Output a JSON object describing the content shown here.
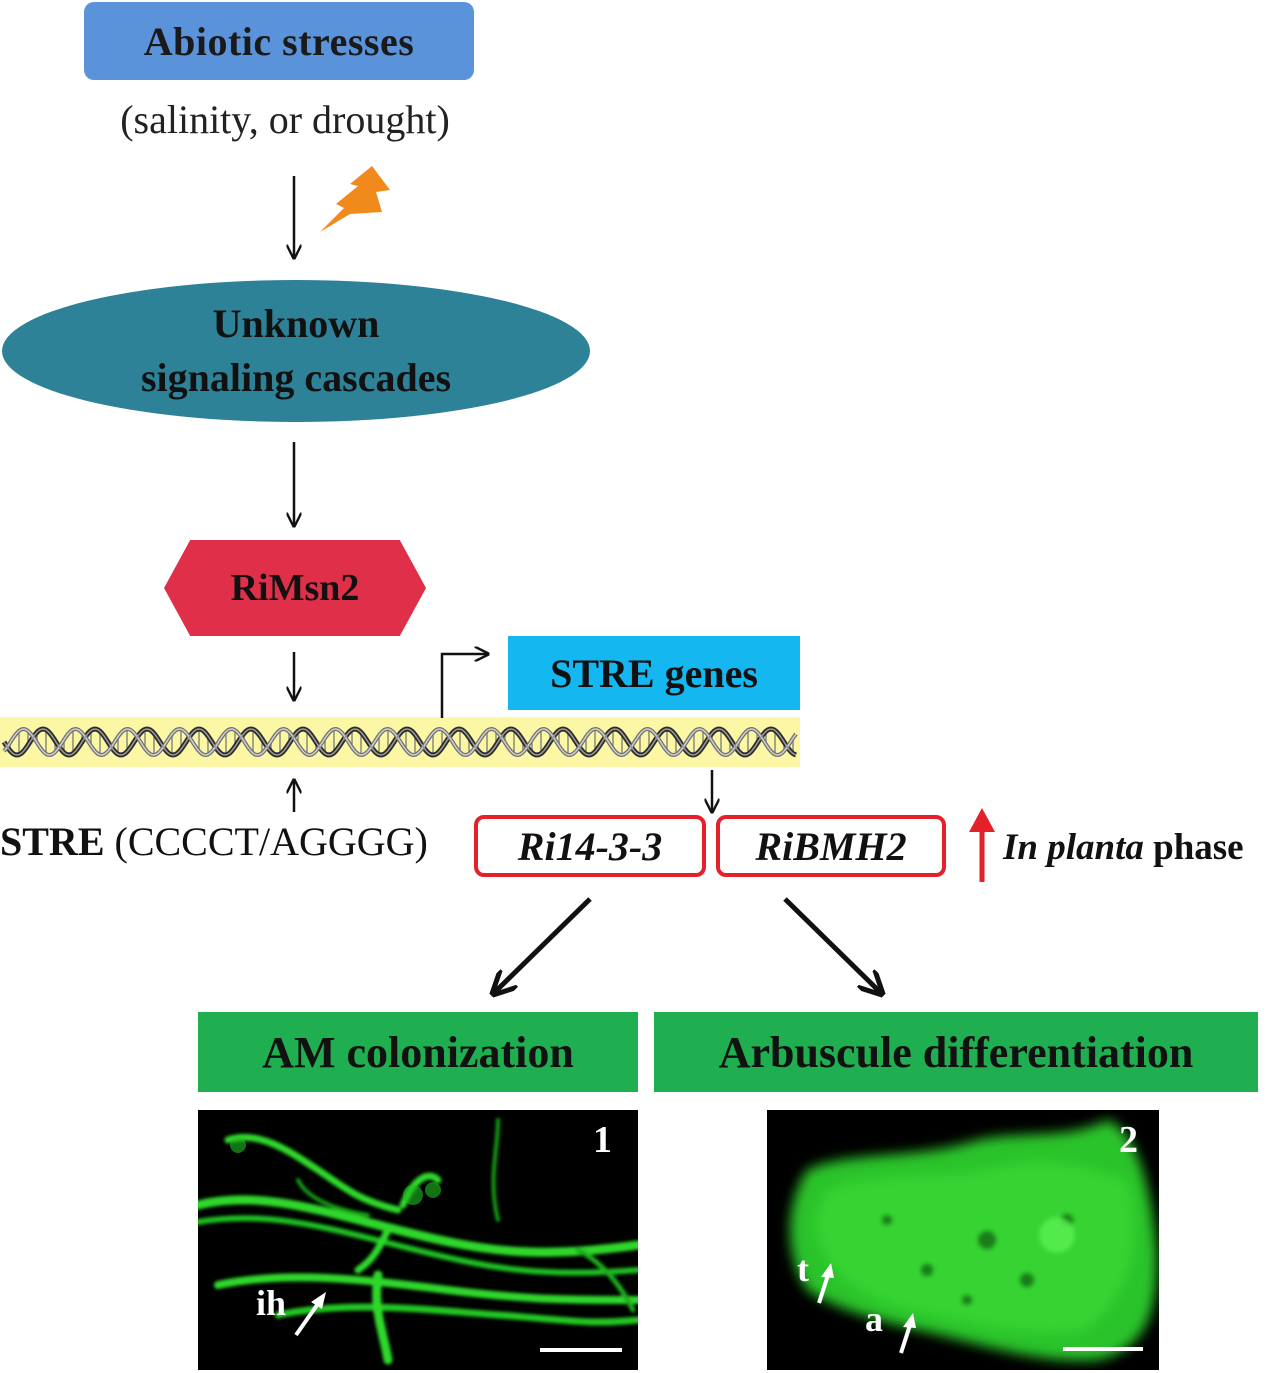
{
  "stress": {
    "title": "Abiotic  stresses",
    "subtitle": "(salinity, or drought)"
  },
  "cascade": {
    "line1": "Unknown",
    "line2": "signaling cascades"
  },
  "factor": {
    "label": "RiMsn2"
  },
  "stre_genes": {
    "label": "STRE genes"
  },
  "stre_element": {
    "name": "STRE",
    "motif": "(CCCCT/AGGGG)"
  },
  "genes": {
    "gene1": "Ri14-3-3",
    "gene2": "RiBMH2"
  },
  "phase": {
    "italic": "In planta",
    "rest": " phase"
  },
  "outcomes": {
    "left": "AM colonization",
    "right": "Arbuscule differentiation"
  },
  "panels": {
    "panel1": {
      "number": "1",
      "label_ih": "ih"
    },
    "panel2": {
      "number": "2",
      "label_t": "t",
      "label_a": "a"
    }
  },
  "colors": {
    "stress_box": "#5b93db",
    "ellipse": "#2e8298",
    "hexagon": "#e03049",
    "stre_genes_box": "#14b7ef",
    "dna_band": "#fbf7a4",
    "gene_border": "#e4202a",
    "outcome_box": "#1fae50",
    "lightning": "#f08a1c",
    "up_arrow": "#e4202a"
  },
  "icons": {
    "stress_signal": "lightning-bolt-icon",
    "upregulation": "red-up-arrow-icon",
    "transcription_start": "bent-arrow-icon"
  }
}
